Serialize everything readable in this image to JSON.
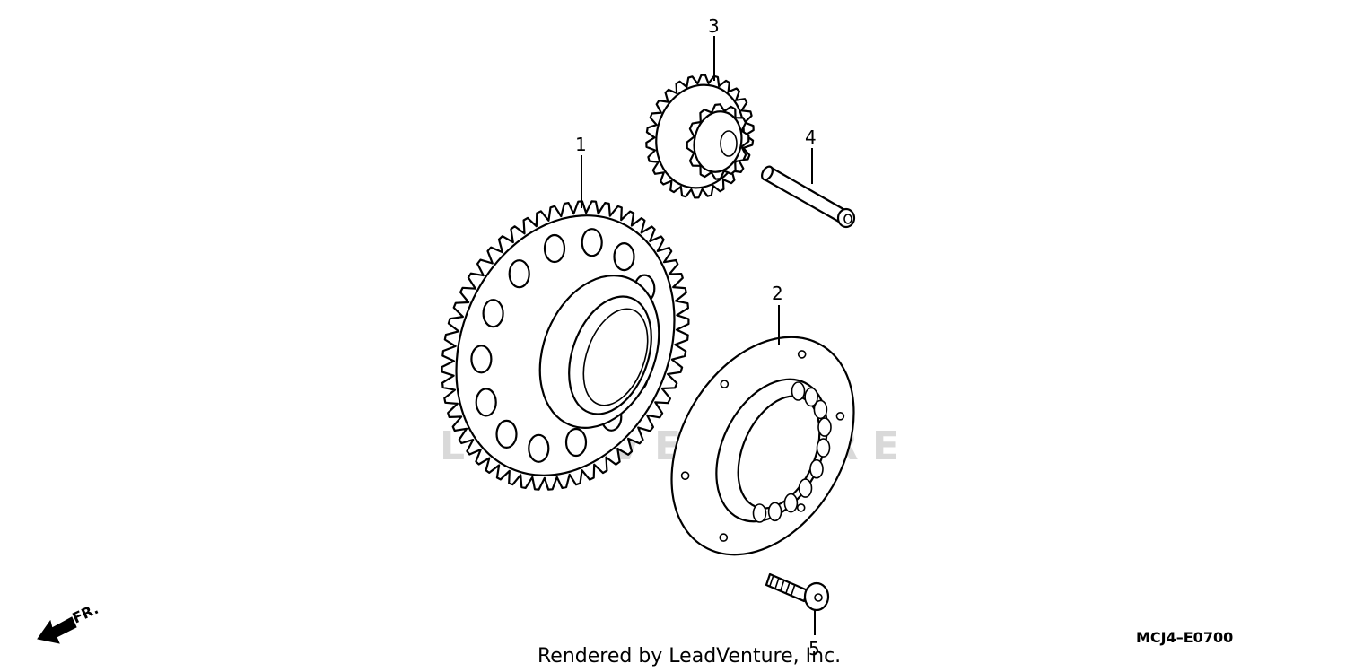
{
  "watermark": "LEADVENTURE",
  "callouts": [
    {
      "number": "1",
      "part": "starter-driven-gear"
    },
    {
      "number": "2",
      "part": "starter-one-way-clutch"
    },
    {
      "number": "3",
      "part": "starter-reduction-gear"
    },
    {
      "number": "4",
      "part": "reduction-gear-shaft"
    },
    {
      "number": "5",
      "part": "socket-bolt"
    }
  ],
  "direction_marker": "FR.",
  "diagram_code": "MCJ4–E0700",
  "credit": "Rendered by LeadVenture, Inc.",
  "colors": {
    "line": "#000000",
    "background": "#ffffff",
    "watermark": "#d9d9d9"
  }
}
